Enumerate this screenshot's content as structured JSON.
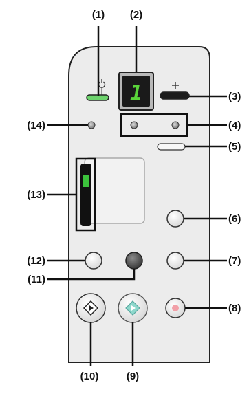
{
  "callouts": {
    "c1": "(1)",
    "c2": "(2)",
    "c3": "(3)",
    "c4": "(4)",
    "c5": "(5)",
    "c6": "(6)",
    "c7": "(7)",
    "c8": "(8)",
    "c9": "(9)",
    "c10": "(10)",
    "c11": "(11)",
    "c12": "(12)",
    "c13": "(13)",
    "c14": "(14)"
  },
  "display": {
    "digit": "1"
  },
  "icons": {
    "power": "power-icon",
    "plus": "plus-icon",
    "start_black": "diamond-start-icon",
    "start_color": "diamond-start-icon"
  },
  "colors": {
    "panel": "#ececec",
    "outline": "#222222",
    "power_led": "#6dd36d",
    "color_diamond": "#8ed8cc",
    "stop_center": "#f2a0a8",
    "display_bg": "#1a1a1a",
    "display_digit": "#5ad43a",
    "ink_gauge": "#3cc23c"
  }
}
